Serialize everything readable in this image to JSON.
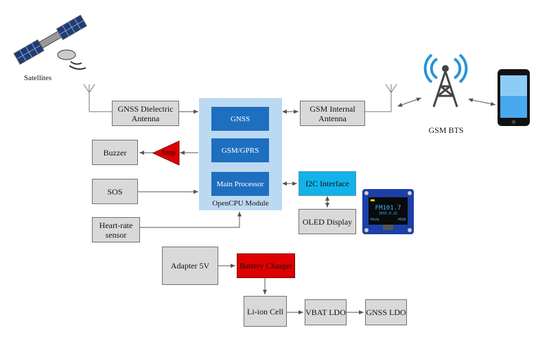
{
  "satellites": {
    "label": "Satellites"
  },
  "gsm_bts": {
    "label": "GSM BTS"
  },
  "blocks": {
    "gnss_antenna": "GNSS Dielectric\nAntenna",
    "gsm_antenna": "GSM Internal\nAntenna",
    "buzzer": "Buzzer",
    "sos": "SOS",
    "heart_rate": "Heart-rate\nsensor",
    "amp": "Amp",
    "i2c": "I2C Interface",
    "oled_display": "OLED Display",
    "adapter": "Adapter 5V",
    "charger": "Battery Charger",
    "liion": "Li-ion Cell",
    "vbat_ldo": "VBAT LDO",
    "gnss_ldo": "GNSS LDO"
  },
  "module": {
    "gnss": "GNSS",
    "gsm_gprs": "GSM/GPRS",
    "main_processor": "Main Processor",
    "label": "OpenCPU Module"
  },
  "oled_screen": {
    "line1": "FM101.7",
    "line2": "2015.8.22",
    "left": "Mute",
    "right": "MSN"
  },
  "colors": {
    "gray_block": "#d9d9d9",
    "module_bg": "#bcd9f2",
    "module_block": "#1f6fc0",
    "i2c": "#11b3ea",
    "red": "#e00000"
  }
}
